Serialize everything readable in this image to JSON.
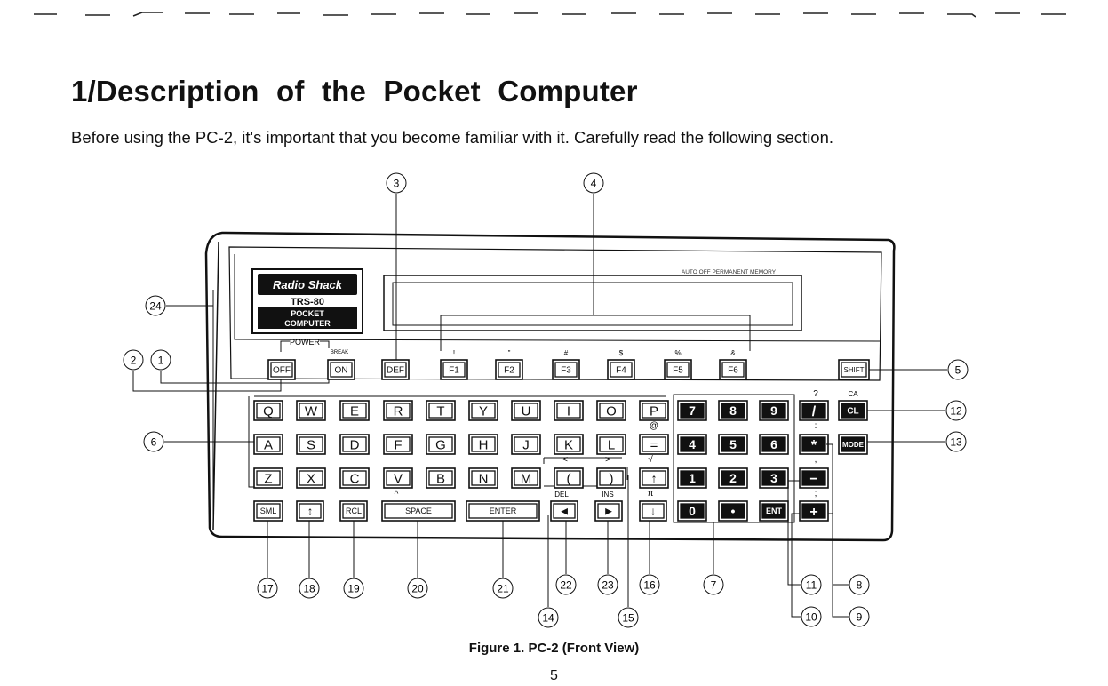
{
  "page": {
    "title": "1/Description of the Pocket Computer",
    "intro": "Before using the PC-2, it's important that you become familiar with it. Carefully read the following section.",
    "caption": "Figure 1. PC-2 (Front View)",
    "page_number": "5"
  },
  "computer": {
    "logo_brand": "Radio Shack",
    "logo_model": "TRS-80",
    "logo_line1": "POCKET",
    "logo_line2": "COMPUTER",
    "memory_label": "AUTO OFF PERMANENT MEMORY",
    "power_label": "POWER",
    "break_label": "BREAK",
    "key_rows": {
      "top": [
        "OFF",
        "ON",
        "DEF",
        "F1",
        "F2",
        "F3",
        "F4",
        "F5",
        "F6",
        "SHIFT"
      ],
      "top_shift": [
        "",
        "",
        "",
        "!",
        "\"",
        "#",
        "$",
        "%",
        "&"
      ],
      "row1": [
        "Q",
        "W",
        "E",
        "R",
        "T",
        "Y",
        "U",
        "I",
        "O",
        "P"
      ],
      "row2": [
        "A",
        "S",
        "D",
        "F",
        "G",
        "H",
        "J",
        "K",
        "L",
        "="
      ],
      "row3": [
        "Z",
        "X",
        "C",
        "V",
        "B",
        "N",
        "M",
        "(",
        ")",
        "↑"
      ],
      "row4": [
        "SML",
        "↕",
        "RCL",
        "SPACE",
        "ENTER",
        "◄",
        "►",
        "↓"
      ],
      "numpad": [
        "7",
        "8",
        "9",
        "4",
        "5",
        "6",
        "1",
        "2",
        "3",
        "0",
        "•",
        "ENT"
      ],
      "ops": [
        "/",
        "*",
        "−",
        "+"
      ],
      "side": [
        "CL",
        "MODE"
      ]
    },
    "shift_labels": {
      "at": "@",
      "lt": "<",
      "gt": ">",
      "sqrt": "√",
      "pi": "π",
      "del": "DEL",
      "ins": "INS",
      "caret": "^",
      "question": "?",
      "ca": "CA",
      "colon": ":",
      "comma": ",",
      "semicolon": ";"
    }
  },
  "callouts": [
    "1",
    "2",
    "3",
    "4",
    "5",
    "6",
    "7",
    "8",
    "9",
    "10",
    "11",
    "12",
    "13",
    "14",
    "15",
    "16",
    "17",
    "18",
    "19",
    "20",
    "21",
    "22",
    "23",
    "24"
  ]
}
